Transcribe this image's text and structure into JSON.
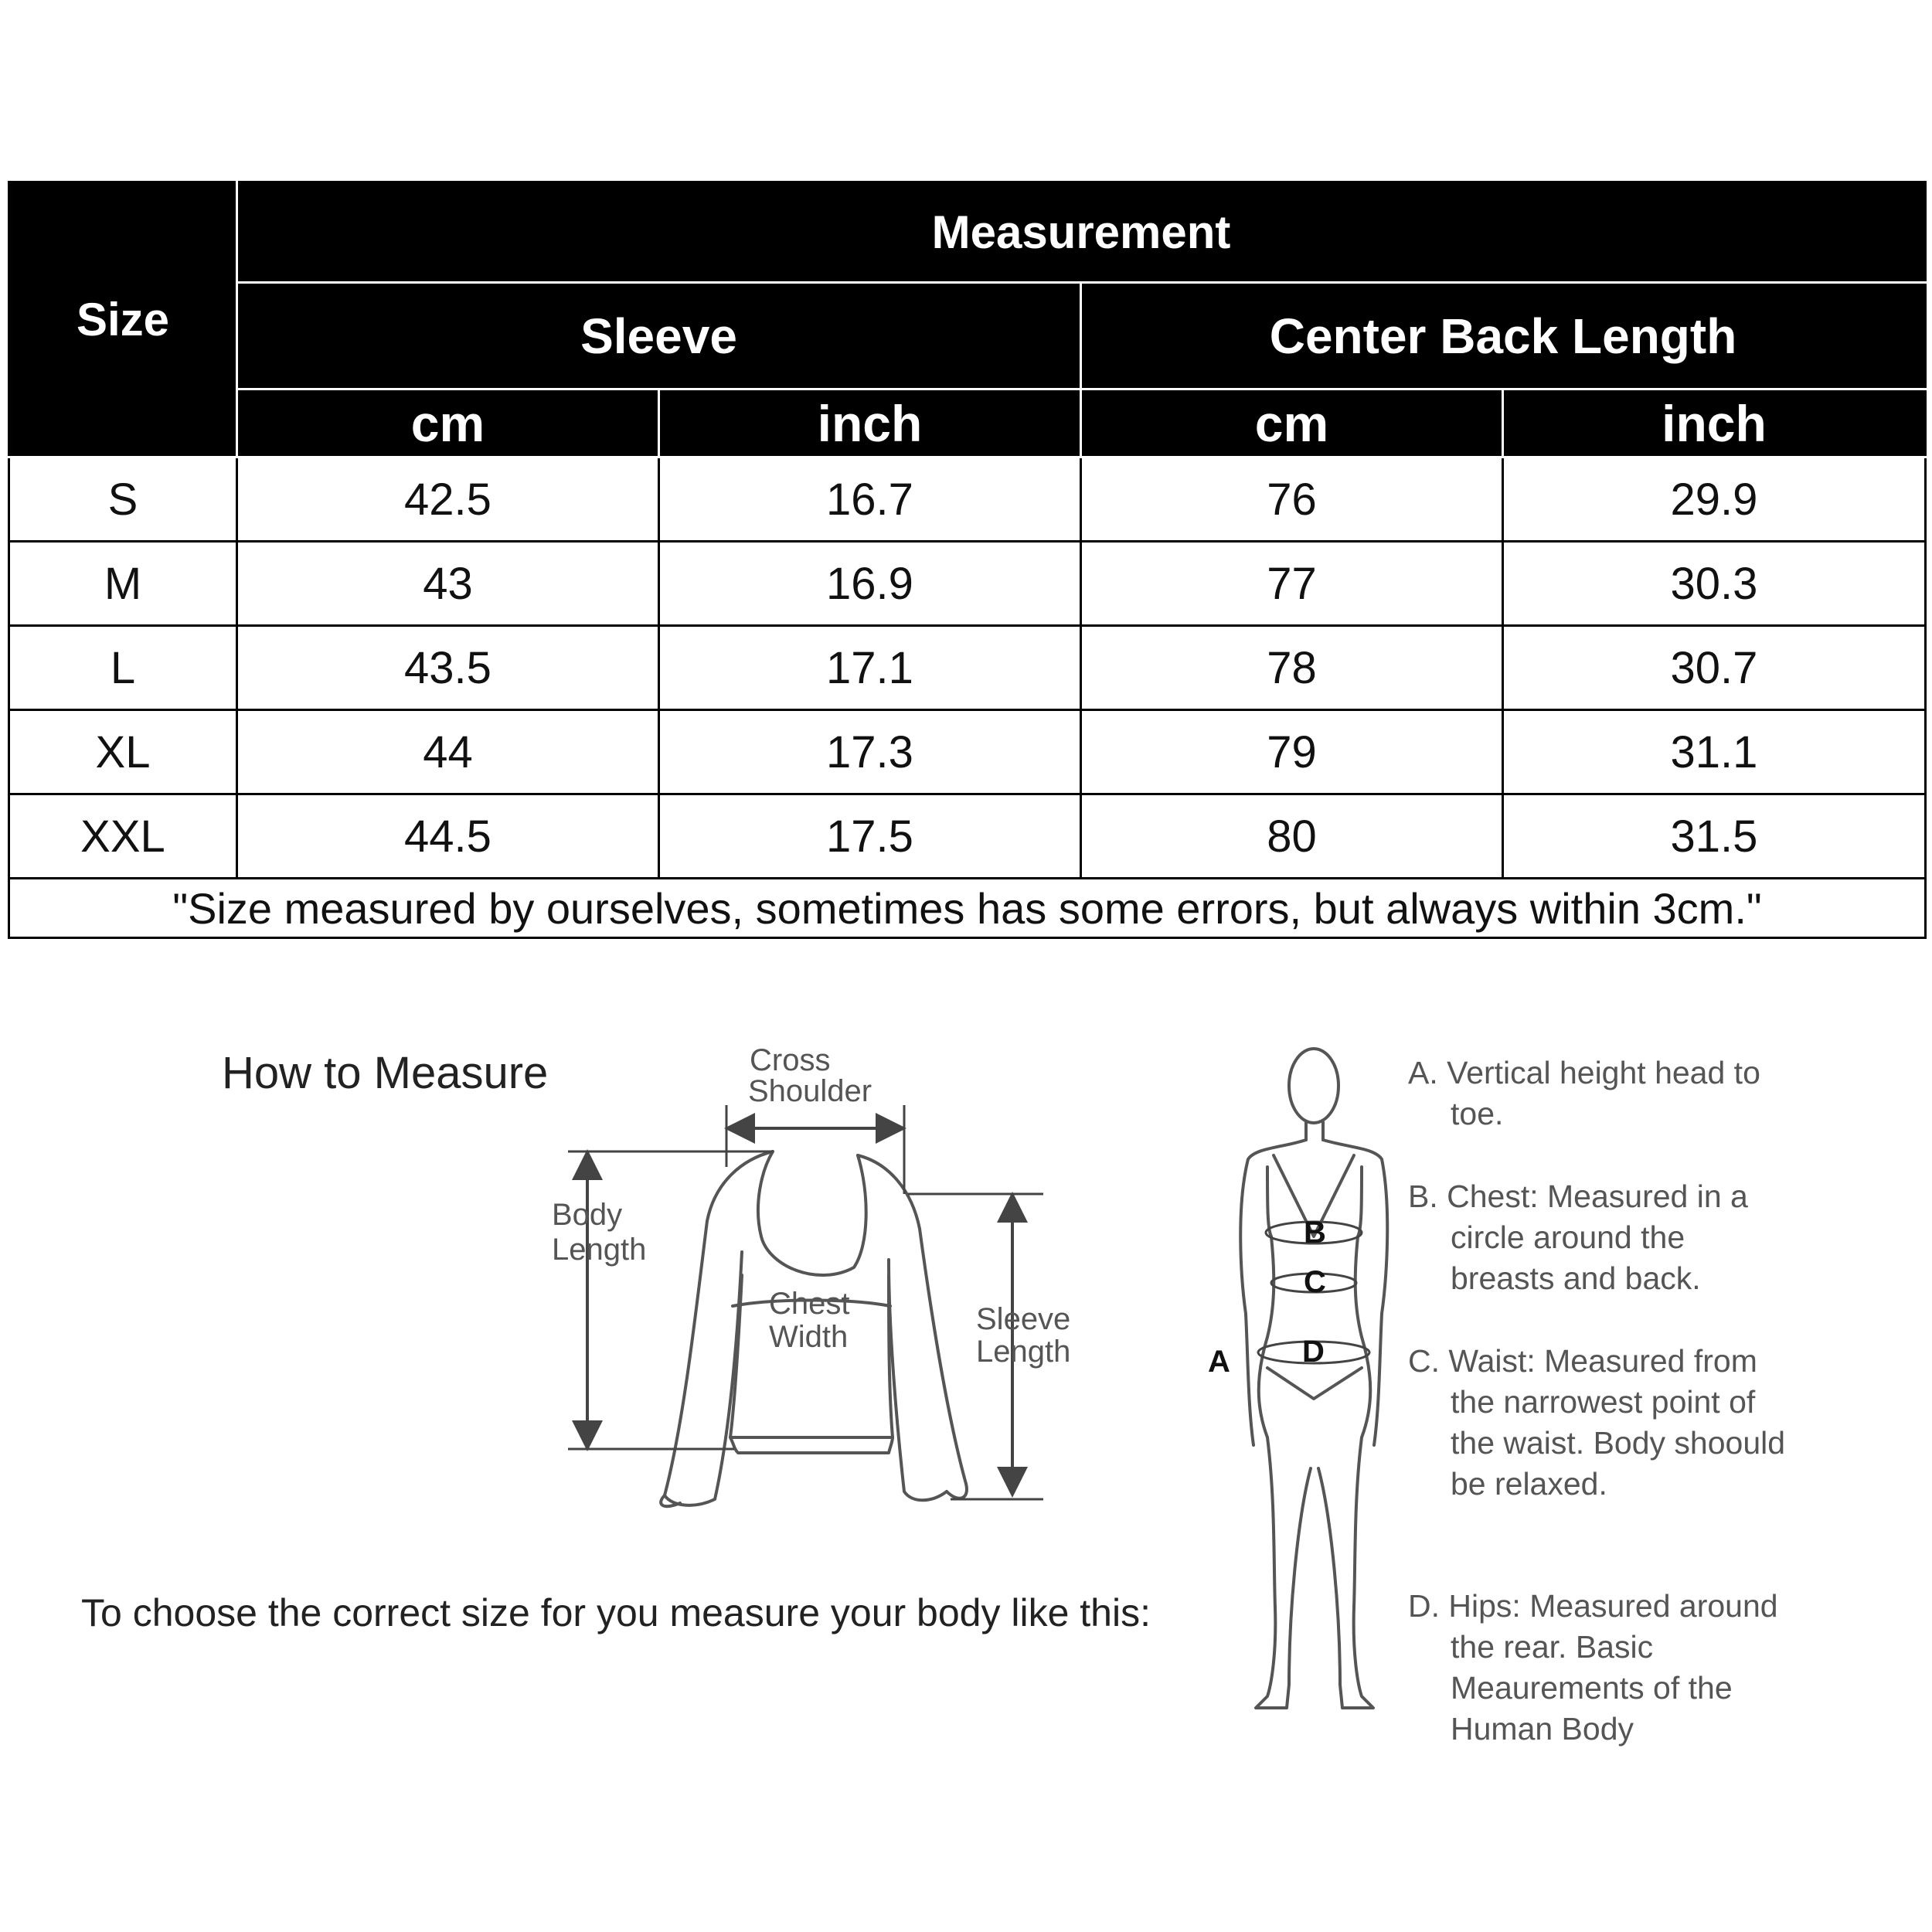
{
  "table": {
    "size_header": "Size",
    "measurement_header": "Measurement",
    "groups": [
      "Sleeve",
      "Center Back Length"
    ],
    "units": [
      "cm",
      "inch",
      "cm",
      "inch"
    ],
    "rows": [
      [
        "S",
        "42.5",
        "16.7",
        "76",
        "29.9"
      ],
      [
        "M",
        "43",
        "16.9",
        "77",
        "30.3"
      ],
      [
        "L",
        "43.5",
        "17.1",
        "78",
        "30.7"
      ],
      [
        "XL",
        "44",
        "17.3",
        "79",
        "31.1"
      ],
      [
        "XXL",
        "44.5",
        "17.5",
        "80",
        "31.5"
      ]
    ],
    "note": "\"Size measured by ourselves, sometimes has some errors, but always within 3cm.\""
  },
  "how_to": {
    "title": "How to Measure",
    "instruction": "To choose the correct size for you measure your body like this:"
  },
  "sweater": {
    "cross_shoulder": [
      "Cross",
      "Shoulder"
    ],
    "body_length": [
      "Body",
      "Length"
    ],
    "chest_width": [
      "Chest",
      "Width"
    ],
    "sleeve_length": [
      "Sleeve",
      "Length"
    ]
  },
  "figure": {
    "a": "A",
    "b": "B",
    "c": "C",
    "d": "D"
  },
  "legend": [
    "A. Vertical height head to toe.",
    "B. Chest: Measured in a circle around the breasts and back.",
    "C. Waist: Measured from the narrowest point of the waist. Body shoould be relaxed.",
    "D. Hips: Measured around the rear. Basic Meaurements of the Human Body"
  ]
}
